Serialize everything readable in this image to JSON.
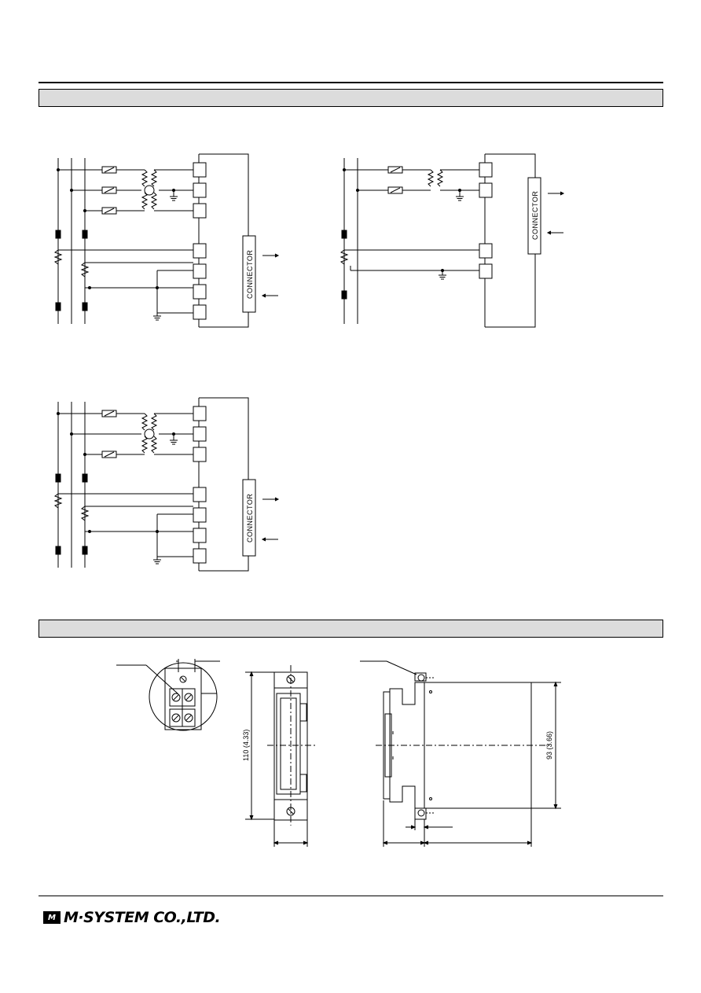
{
  "diagram_1": {
    "connector_label": "CONNECTOR"
  },
  "diagram_2": {
    "connector_label": "CONNECTOR"
  },
  "diagram_3": {
    "connector_label": "CONNECTOR"
  },
  "dimensions": {
    "front_height": "110 (4.33)",
    "side_height": "93 (3.66)"
  },
  "footer": {
    "logo_mark": "M",
    "company_name": "M·SYSTEM CO.,LTD."
  }
}
